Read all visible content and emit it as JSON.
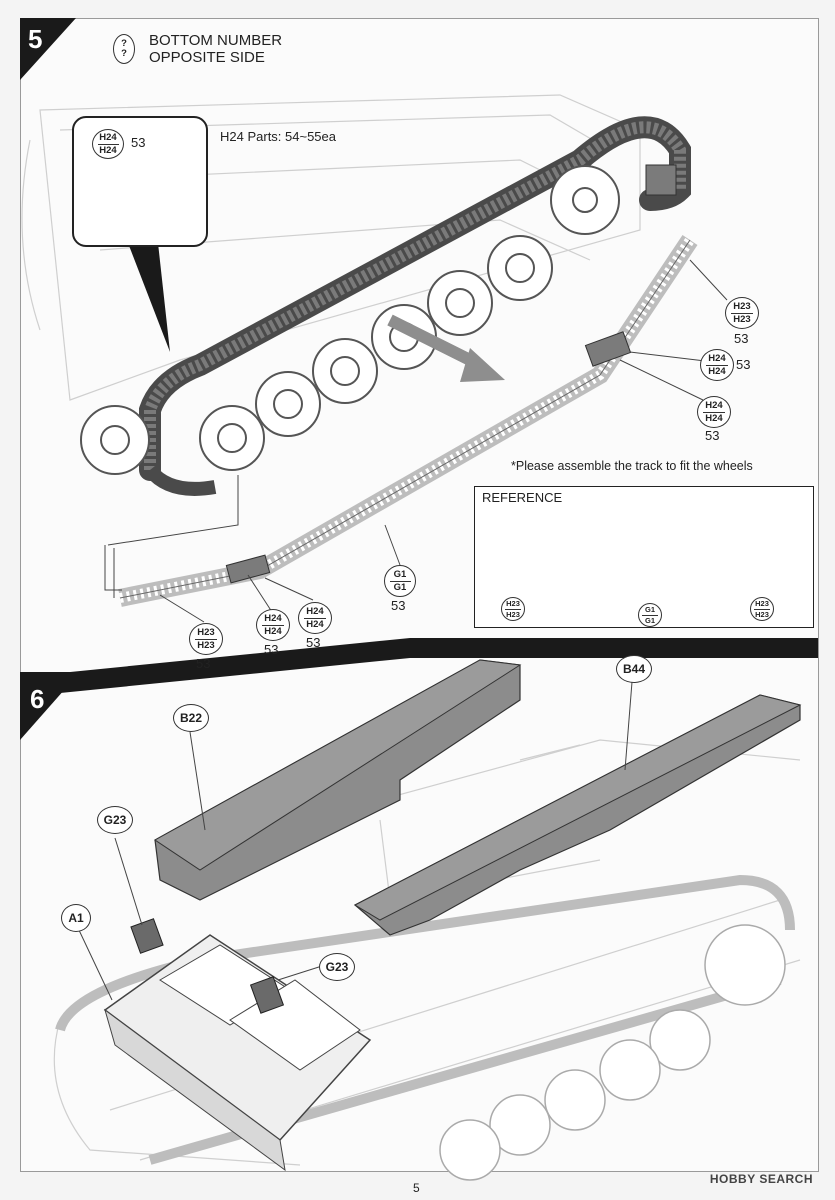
{
  "step5": {
    "number": "5",
    "question_mark": "?",
    "title_line1": "BOTTOM NUMBER",
    "title_line2": "OPPOSITE SIDE",
    "inset_callout": {
      "top": "H24",
      "bottom": "H24",
      "qty": "53"
    },
    "h24_parts_note": "H24 Parts: 54~55ea",
    "assemble_note": "*Please assemble the track to fit the wheels",
    "callout_h23_right": {
      "top": "H23",
      "bottom": "H23",
      "qty": "53"
    },
    "callout_h24_right_a": {
      "top": "H24",
      "bottom": "H24",
      "qty": "53"
    },
    "callout_h24_right_b": {
      "top": "H24",
      "bottom": "H24",
      "qty": "53"
    },
    "callout_g1": {
      "top": "G1",
      "bottom": "G1",
      "qty": "53"
    },
    "callout_h23_left": {
      "top": "H23",
      "bottom": "H23",
      "qty": "53"
    },
    "callout_h24_left_a": {
      "top": "H24",
      "bottom": "H24",
      "qty": "53"
    },
    "callout_h24_left_b": {
      "top": "H24",
      "bottom": "H24",
      "qty": "53"
    },
    "reference": {
      "title": "REFERENCE",
      "left": {
        "top": "H23",
        "bottom": "H23"
      },
      "middle": {
        "top": "G1",
        "bottom": "G1"
      },
      "right": {
        "top": "H23",
        "bottom": "H23"
      }
    }
  },
  "step6": {
    "number": "6",
    "labels": [
      "B22",
      "B44",
      "G23",
      "A1",
      "G23"
    ]
  },
  "footer": {
    "page_number": "5",
    "watermark": "HOBBY SEARCH"
  },
  "colors": {
    "step_badge": "#1a1a1a",
    "part_gray": "#8a8a8a",
    "track_dark": "#555555",
    "line_art": "#c9c9c9"
  }
}
